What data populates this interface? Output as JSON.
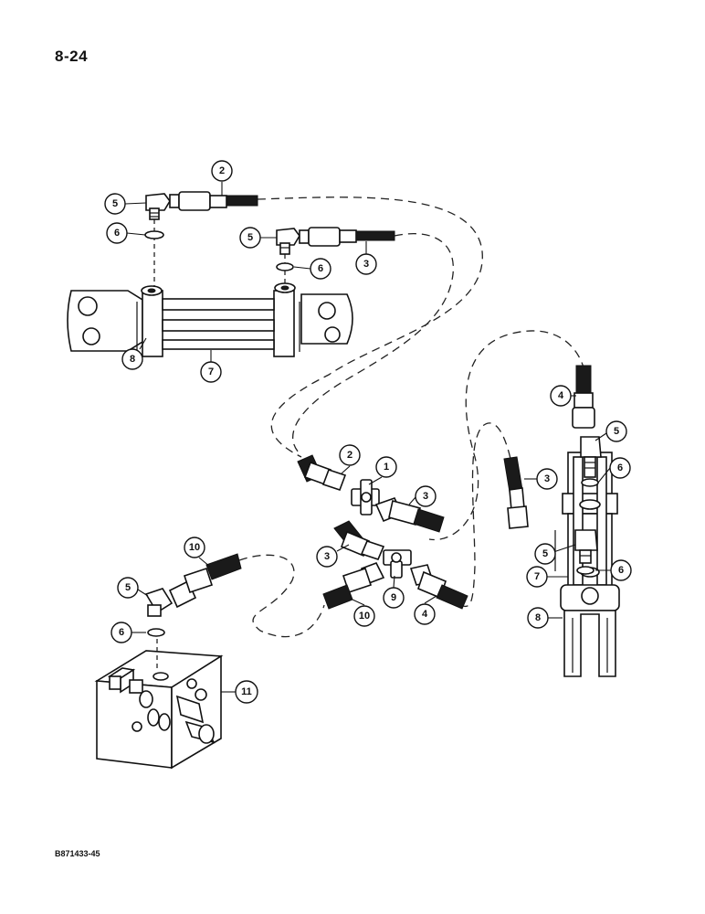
{
  "page": {
    "number": "8-24",
    "doc_code": "B871433-45"
  },
  "callouts": [
    {
      "id": "c2a",
      "label": "2"
    },
    {
      "id": "c5a",
      "label": "5"
    },
    {
      "id": "c6a",
      "label": "6"
    },
    {
      "id": "c5b",
      "label": "5"
    },
    {
      "id": "c6b",
      "label": "6"
    },
    {
      "id": "c3a",
      "label": "3"
    },
    {
      "id": "c8a",
      "label": "8"
    },
    {
      "id": "c7a",
      "label": "7"
    },
    {
      "id": "c4a",
      "label": "4"
    },
    {
      "id": "c5c",
      "label": "5"
    },
    {
      "id": "c6c",
      "label": "6"
    },
    {
      "id": "c2b",
      "label": "2"
    },
    {
      "id": "c1",
      "label": "1"
    },
    {
      "id": "c3b",
      "label": "3"
    },
    {
      "id": "c3c",
      "label": "3"
    },
    {
      "id": "c3d",
      "label": "3"
    },
    {
      "id": "c10a",
      "label": "10"
    },
    {
      "id": "c5d",
      "label": "5"
    },
    {
      "id": "c5e",
      "label": "5"
    },
    {
      "id": "c6d",
      "label": "6"
    },
    {
      "id": "c7b",
      "label": "7"
    },
    {
      "id": "c6e",
      "label": "6"
    },
    {
      "id": "c9",
      "label": "9"
    },
    {
      "id": "c10b",
      "label": "10"
    },
    {
      "id": "c4b",
      "label": "4"
    },
    {
      "id": "c8b",
      "label": "8"
    },
    {
      "id": "c11",
      "label": "11"
    }
  ]
}
